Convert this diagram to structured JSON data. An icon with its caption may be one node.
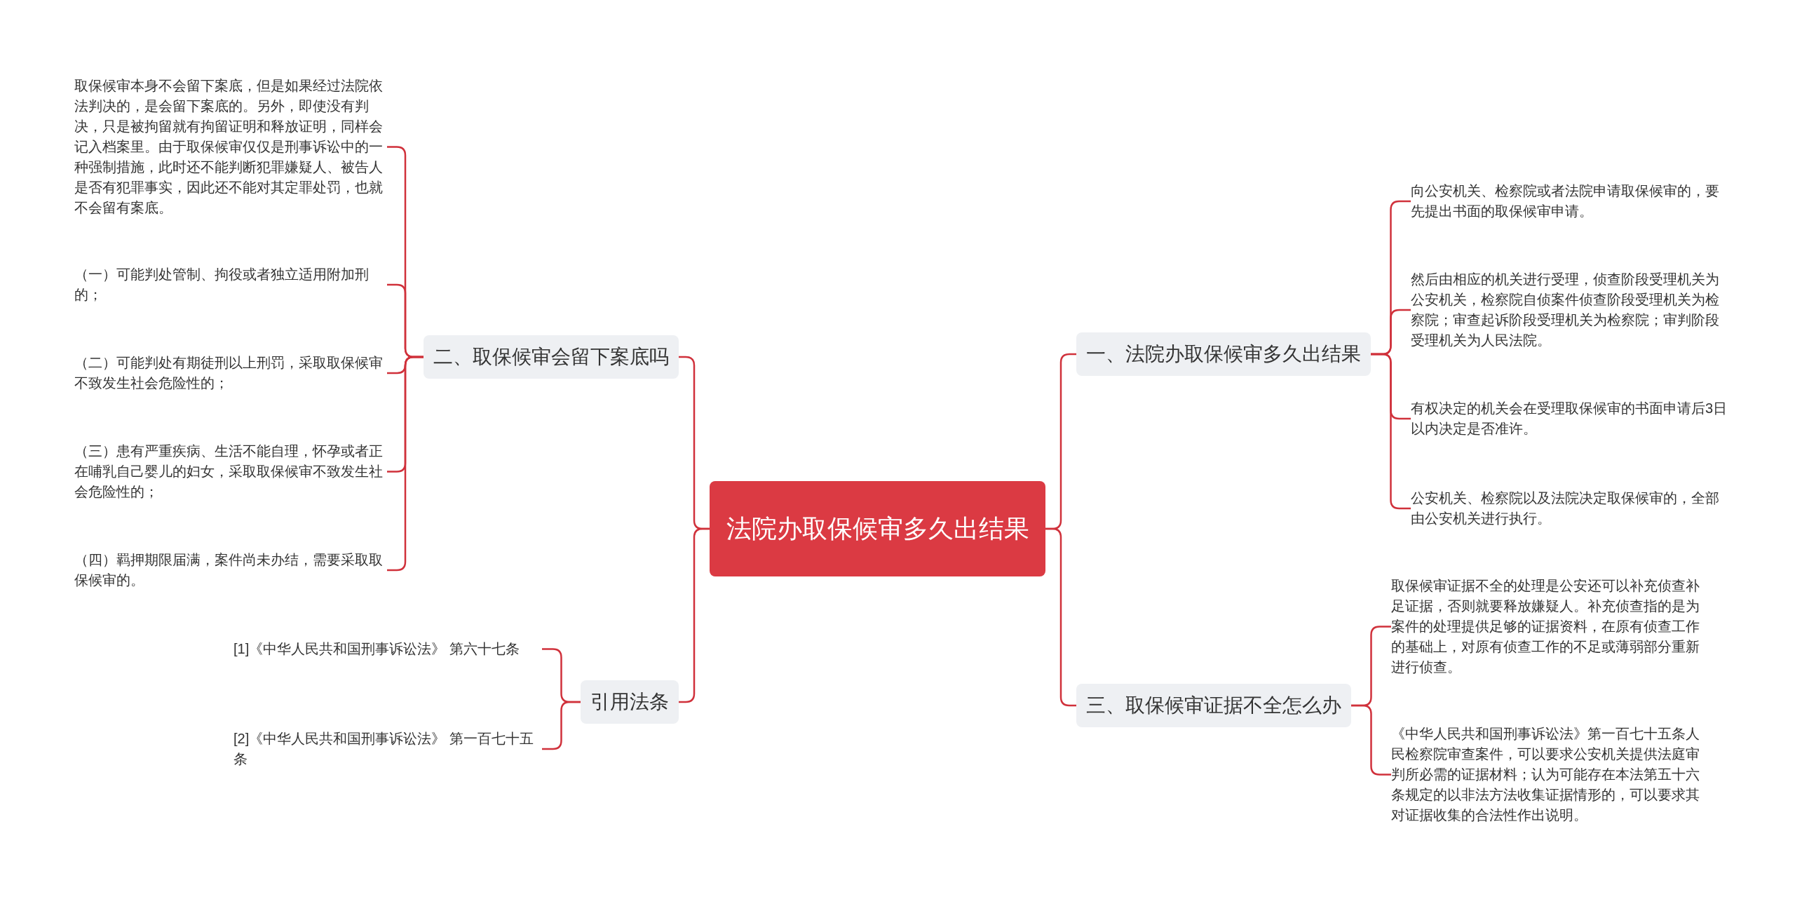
{
  "diagram": {
    "nodes": [
      {
        "text": [
          "法院办取保候审多久出结果"
        ]
      },
      {
        "text": [
          "一、法院办取保候审多久出结果"
        ]
      },
      {
        "text": [
          "向公安机关、检察院或者法院申请取保候审的，要先提出书面的取保候审申请。"
        ]
      },
      {
        "text": [
          "然后由相应的机关进行受理，侦查阶段受理机关为公安机关，检察院自侦案件侦查阶段受理机关为检察院；审查起诉阶段受理机关为检察院；审判阶段受理机关为人民法院。"
        ]
      },
      {
        "text": [
          "有权决定的机关会在受理取保候审的书面申请后3日以内决定是否准许。"
        ]
      },
      {
        "text": [
          "公安机关、检察院以及法院决定取保候审的，全部由公安机关进行执行。"
        ]
      },
      {
        "text": [
          "三、取保候审证据不全怎么办"
        ]
      },
      {
        "text": [
          "取保候审证据不全的处理是公安还可以补充侦查补足证据，否则就要释放嫌疑人。补充侦查指的是为案件的处理提供足够的证据资料，在原有侦查工作的基础上，对原有侦查工作的不足或薄弱部分重新进行侦查。"
        ]
      },
      {
        "text": [
          "《中华人民共和国刑事诉讼法》第一百七十五条人民检察院审查案件，可以要求公安机关提供法庭审判所必需的证据材料；认为可能存在本法第五十六条规定的以非法方法收集证据情形的，可以要求其对证据收集的合法性作出说明。"
        ]
      },
      {
        "text": [
          "二、取保候审会留下案底吗"
        ]
      },
      {
        "text": [
          "取保候审本身不会留下案底，但是如果经过法院依法判决的，是会留下案底的。另外，即使没有判决，只是被拘留就有拘留证明和释放证明，同样会记入档案里。由于取保候审仅仅是刑事诉讼中的一种强制措施，此时还不能判断犯罪嫌疑人、被告人是否有犯罪事实，因此还不能对其定罪处罚，也就不会留有案底。"
        ]
      },
      {
        "text": [
          "（一）可能判处管制、拘役或者独立适用附加刑的；"
        ]
      },
      {
        "text": [
          "（二）可能判处有期徒刑以上刑罚，采取取保候审不致发生社会危险性的；"
        ]
      },
      {
        "text": [
          "（三）患有严重疾病、生活不能自理，怀孕或者正在哺乳自己婴儿的妇女，采取取保候审不致发生社会危险性的；"
        ]
      },
      {
        "text": [
          "（四）羁押期限届满，案件尚未办结，需要采取取保候审的。"
        ]
      },
      {
        "text": [
          "引用法条"
        ]
      },
      {
        "text": [
          "[1]《中华人民共和国刑事诉讼法》 第六十七条"
        ]
      },
      {
        "text": [
          "[2]《中华人民共和国刑事诉讼法》 第一百七十五条"
        ]
      }
    ],
    "edges": [
      {
        "from": 0,
        "to": 1,
        "arrow": "none"
      },
      {
        "from": 1,
        "to": 2,
        "arrow": "none"
      },
      {
        "from": 1,
        "to": 3,
        "arrow": "none"
      },
      {
        "from": 1,
        "to": 4,
        "arrow": "none"
      },
      {
        "from": 1,
        "to": 5,
        "arrow": "none"
      },
      {
        "from": 0,
        "to": 6,
        "arrow": "none"
      },
      {
        "from": 6,
        "to": 7,
        "arrow": "none"
      },
      {
        "from": 6,
        "to": 8,
        "arrow": "none"
      },
      {
        "from": 0,
        "to": 9,
        "arrow": "none"
      },
      {
        "from": 9,
        "to": 10,
        "arrow": "none"
      },
      {
        "from": 9,
        "to": 11,
        "arrow": "none"
      },
      {
        "from": 9,
        "to": 12,
        "arrow": "none"
      },
      {
        "from": 9,
        "to": 13,
        "arrow": "none"
      },
      {
        "from": 9,
        "to": 14,
        "arrow": "none"
      },
      {
        "from": 0,
        "to": 15,
        "arrow": "none"
      },
      {
        "from": 15,
        "to": 16,
        "arrow": "none"
      },
      {
        "from": 15,
        "to": 17,
        "arrow": "none"
      }
    ]
  }
}
